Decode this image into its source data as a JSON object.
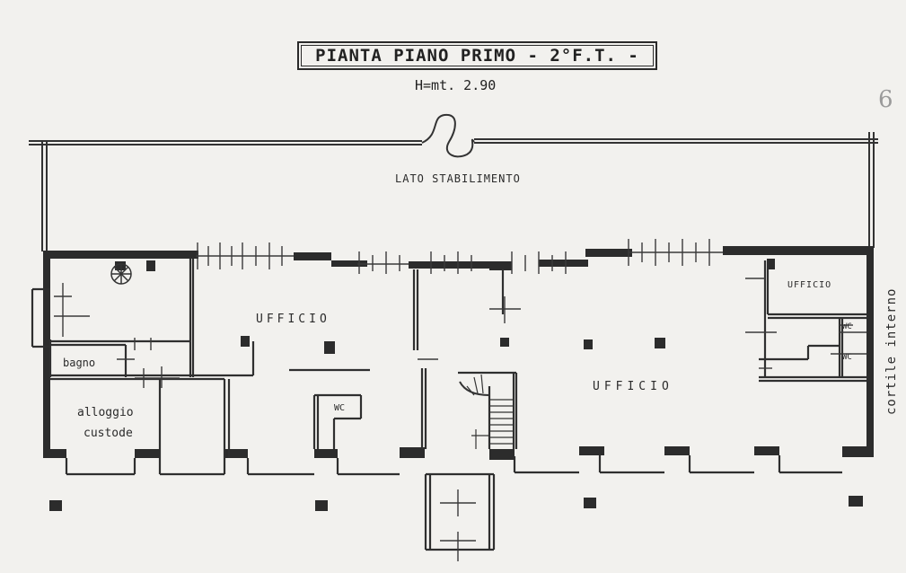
{
  "header": {
    "title": "PIANTA PIANO PRIMO - 2°F.T. -",
    "height": "H=mt. 2.90"
  },
  "labels": {
    "side_top": "LATO STABILIMENTO",
    "side_right": "cortile interno",
    "page_mark": "6"
  },
  "rooms": {
    "ufficio_left": "UFFICIO",
    "ufficio_center": "UFFICIO",
    "ufficio_right_small": "UFFICIO",
    "bagno": "bagno",
    "alloggio_line1": "alloggio",
    "alloggio_line2": "custode",
    "wc_center": "WC",
    "wc_right_top": "WC",
    "wc_right_bottom": "WC"
  }
}
